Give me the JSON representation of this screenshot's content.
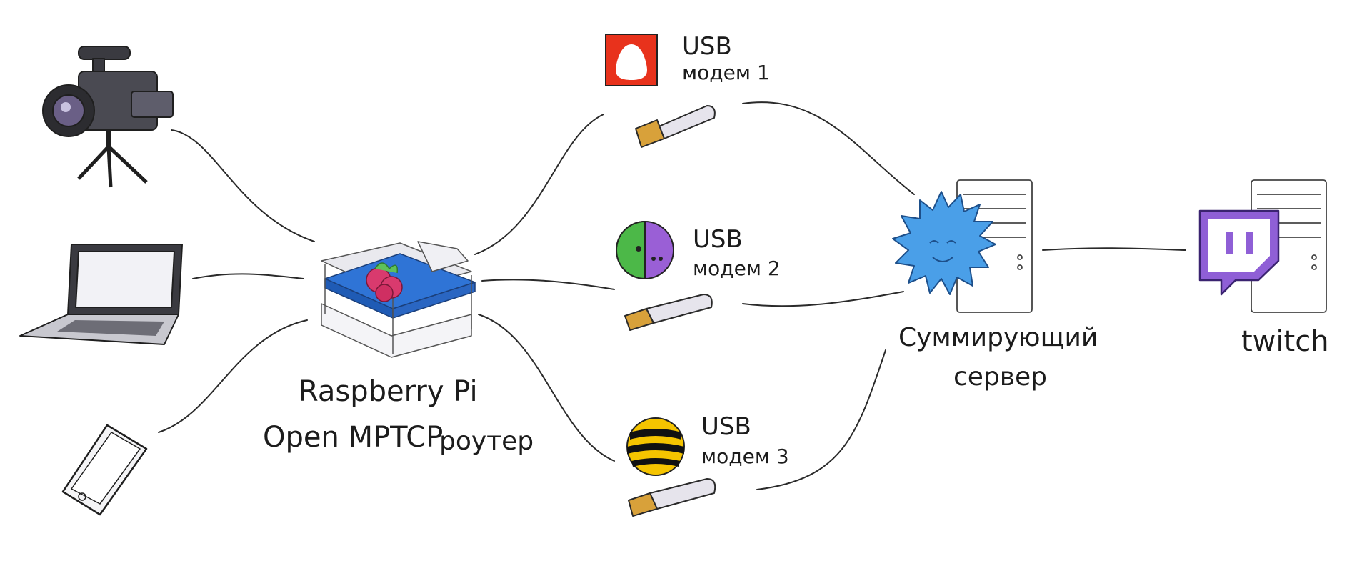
{
  "raspberry": {
    "title": "Raspberry Pi",
    "subtitle_main": "Open MPTCP",
    "subtitle_small": "роутер"
  },
  "modems": [
    {
      "usb": "USB",
      "label": "модем 1",
      "brand_color": "#e8321c"
    },
    {
      "usb": "USB",
      "label": "модем 2",
      "brand_color": "#4cb848"
    },
    {
      "usb": "USB",
      "label": "модем 3",
      "brand_color": "#f5c400"
    }
  ],
  "server": {
    "line1": "Суммирующий",
    "line2": "сервер",
    "accent": "#4a9fe8"
  },
  "twitch": {
    "label": "twitch",
    "brand_color": "#8f5fd6"
  },
  "icons": [
    "video-camera-icon",
    "laptop-icon",
    "smartphone-icon",
    "raspberry-pi-icon",
    "usb-stick-icon",
    "server-tower-icon",
    "sun-logo-icon",
    "twitch-logo-icon"
  ]
}
